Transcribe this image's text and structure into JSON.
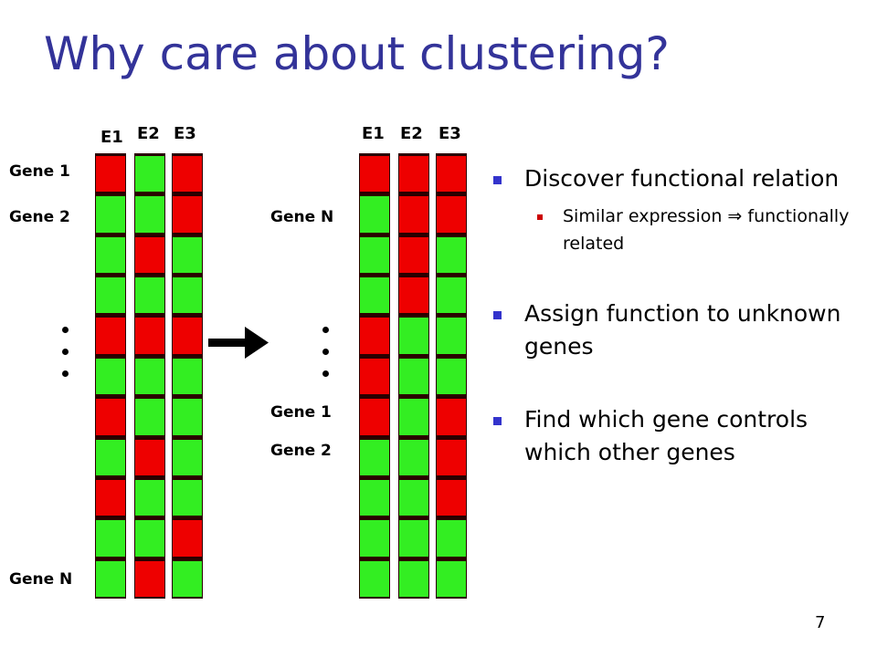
{
  "title": "Why care about clustering?",
  "labels": {
    "e1": "E1",
    "e2": "E2",
    "e3": "E3",
    "gene1": "Gene 1",
    "gene2": "Gene 2",
    "geneN": "Gene N"
  },
  "colors": {
    "red": "#ee0000",
    "green": "#33ee22",
    "title": "#333399",
    "bullet": "#3333cc"
  },
  "matrix_before": {
    "rows": 11,
    "e1": [
      "R",
      "G",
      "G",
      "G",
      "R",
      "G",
      "R",
      "G",
      "R",
      "G",
      "G"
    ],
    "e2": [
      "G",
      "G",
      "R",
      "G",
      "R",
      "G",
      "G",
      "R",
      "G",
      "G",
      "R"
    ],
    "e3": [
      "R",
      "R",
      "G",
      "G",
      "R",
      "G",
      "G",
      "G",
      "G",
      "R",
      "G"
    ]
  },
  "matrix_after": {
    "rows": 11,
    "e1": [
      "R",
      "G",
      "G",
      "G",
      "R",
      "R",
      "R",
      "G",
      "G",
      "G",
      "G"
    ],
    "e2": [
      "R",
      "R",
      "R",
      "R",
      "G",
      "G",
      "G",
      "G",
      "G",
      "G",
      "G"
    ],
    "e3": [
      "R",
      "R",
      "G",
      "G",
      "G",
      "G",
      "R",
      "R",
      "R",
      "G",
      "G"
    ]
  },
  "bullets": {
    "b1": "Discover functional relation",
    "b1_sub": "Similar expression ⇒ functionally related",
    "b2": "Assign function to unknown genes",
    "b3": "Find which gene controls which other genes"
  },
  "page_number": "7"
}
